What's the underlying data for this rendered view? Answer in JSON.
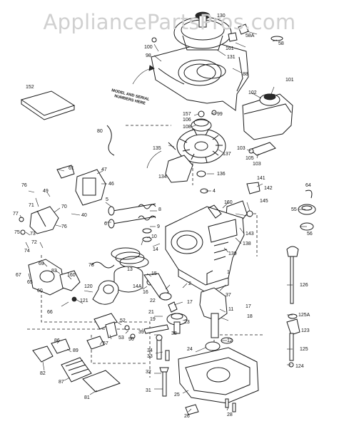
{
  "watermark": "AppliancePartsPros.com",
  "note_lines": [
    "MODEL AND SERIAL",
    "NUMBERS HERE"
  ],
  "labels": [
    {
      "id": "p130",
      "t": "130"
    },
    {
      "id": "p100",
      "t": "100"
    },
    {
      "id": "p161",
      "t": "161"
    },
    {
      "id": "p58A",
      "t": "58A"
    },
    {
      "id": "p58",
      "t": "58"
    },
    {
      "id": "p131",
      "t": "131"
    },
    {
      "id": "p98",
      "t": "98"
    },
    {
      "id": "p88",
      "t": "88"
    },
    {
      "id": "p101",
      "t": "101"
    },
    {
      "id": "p102",
      "t": "102"
    },
    {
      "id": "p152",
      "t": "152"
    },
    {
      "id": "p157",
      "t": "157"
    },
    {
      "id": "p99",
      "t": "99"
    },
    {
      "id": "p106",
      "t": "106"
    },
    {
      "id": "p108",
      "t": "108"
    },
    {
      "id": "p80",
      "t": "80"
    },
    {
      "id": "p135",
      "t": "135"
    },
    {
      "id": "p137",
      "t": "137"
    },
    {
      "id": "p103a",
      "t": "103"
    },
    {
      "id": "p105",
      "t": "105"
    },
    {
      "id": "p103b",
      "t": "103"
    },
    {
      "id": "p61",
      "t": "61"
    },
    {
      "id": "p47",
      "t": "47"
    },
    {
      "id": "p46",
      "t": "46"
    },
    {
      "id": "p134",
      "t": "134"
    },
    {
      "id": "p136",
      "t": "136"
    },
    {
      "id": "p141",
      "t": "141"
    },
    {
      "id": "p142",
      "t": "142"
    },
    {
      "id": "p76a",
      "t": "76"
    },
    {
      "id": "p49",
      "t": "49"
    },
    {
      "id": "p71",
      "t": "71"
    },
    {
      "id": "p70",
      "t": "70"
    },
    {
      "id": "p40",
      "t": "40"
    },
    {
      "id": "p5",
      "t": "5"
    },
    {
      "id": "p4",
      "t": "4"
    },
    {
      "id": "p160",
      "t": "160"
    },
    {
      "id": "p145",
      "t": "145"
    },
    {
      "id": "p64",
      "t": "64"
    },
    {
      "id": "p55",
      "t": "55"
    },
    {
      "id": "p56",
      "t": "56"
    },
    {
      "id": "p77",
      "t": "77"
    },
    {
      "id": "p75",
      "t": "75"
    },
    {
      "id": "p73",
      "t": "73"
    },
    {
      "id": "p72",
      "t": "72"
    },
    {
      "id": "p76b",
      "t": "76"
    },
    {
      "id": "p74",
      "t": "74"
    },
    {
      "id": "p6",
      "t": "6"
    },
    {
      "id": "p8",
      "t": "8"
    },
    {
      "id": "p9",
      "t": "9"
    },
    {
      "id": "p10",
      "t": "10"
    },
    {
      "id": "p143",
      "t": "143"
    },
    {
      "id": "p138",
      "t": "138"
    },
    {
      "id": "p139",
      "t": "139"
    },
    {
      "id": "p14",
      "t": "14"
    },
    {
      "id": "p78",
      "t": "78"
    },
    {
      "id": "p67",
      "t": "67"
    },
    {
      "id": "p69",
      "t": "69"
    },
    {
      "id": "p83",
      "t": "83"
    },
    {
      "id": "p160b",
      "t": "160"
    },
    {
      "id": "p65",
      "t": "65"
    },
    {
      "id": "p60",
      "t": "60"
    },
    {
      "id": "p13",
      "t": "13"
    },
    {
      "id": "p15",
      "t": "15"
    },
    {
      "id": "p1",
      "t": "1"
    },
    {
      "id": "p2",
      "t": "2"
    },
    {
      "id": "p120",
      "t": "120"
    },
    {
      "id": "p14A",
      "t": "14A"
    },
    {
      "id": "p16",
      "t": "16"
    },
    {
      "id": "p37",
      "t": "37"
    },
    {
      "id": "p126",
      "t": "126"
    },
    {
      "id": "p66",
      "t": "66"
    },
    {
      "id": "p121",
      "t": "121"
    },
    {
      "id": "p22",
      "t": "22"
    },
    {
      "id": "p17a",
      "t": "17"
    },
    {
      "id": "p21",
      "t": "21"
    },
    {
      "id": "p11",
      "t": "11"
    },
    {
      "id": "p17b",
      "t": "17"
    },
    {
      "id": "p19",
      "t": "19"
    },
    {
      "id": "p18",
      "t": "18"
    },
    {
      "id": "p125A",
      "t": "125A"
    },
    {
      "id": "p52",
      "t": "52"
    },
    {
      "id": "p39",
      "t": "39"
    },
    {
      "id": "p23",
      "t": "23"
    },
    {
      "id": "p123",
      "t": "123"
    },
    {
      "id": "p53",
      "t": "53"
    },
    {
      "id": "p90",
      "t": "90"
    },
    {
      "id": "p57",
      "t": "57"
    },
    {
      "id": "p38",
      "t": "38"
    },
    {
      "id": "p34",
      "t": "34"
    },
    {
      "id": "p12",
      "t": "12"
    },
    {
      "id": "p125",
      "t": "125"
    },
    {
      "id": "p86",
      "t": "86"
    },
    {
      "id": "p24",
      "t": "24"
    },
    {
      "id": "p89",
      "t": "89"
    },
    {
      "id": "p124",
      "t": "124"
    },
    {
      "id": "p82",
      "t": "82"
    },
    {
      "id": "p33",
      "t": "33"
    },
    {
      "id": "p87",
      "t": "87"
    },
    {
      "id": "p32",
      "t": "32"
    },
    {
      "id": "p81",
      "t": "81"
    },
    {
      "id": "p31",
      "t": "31"
    },
    {
      "id": "p25",
      "t": "25"
    },
    {
      "id": "p26",
      "t": "26"
    },
    {
      "id": "p28",
      "t": "28"
    }
  ]
}
